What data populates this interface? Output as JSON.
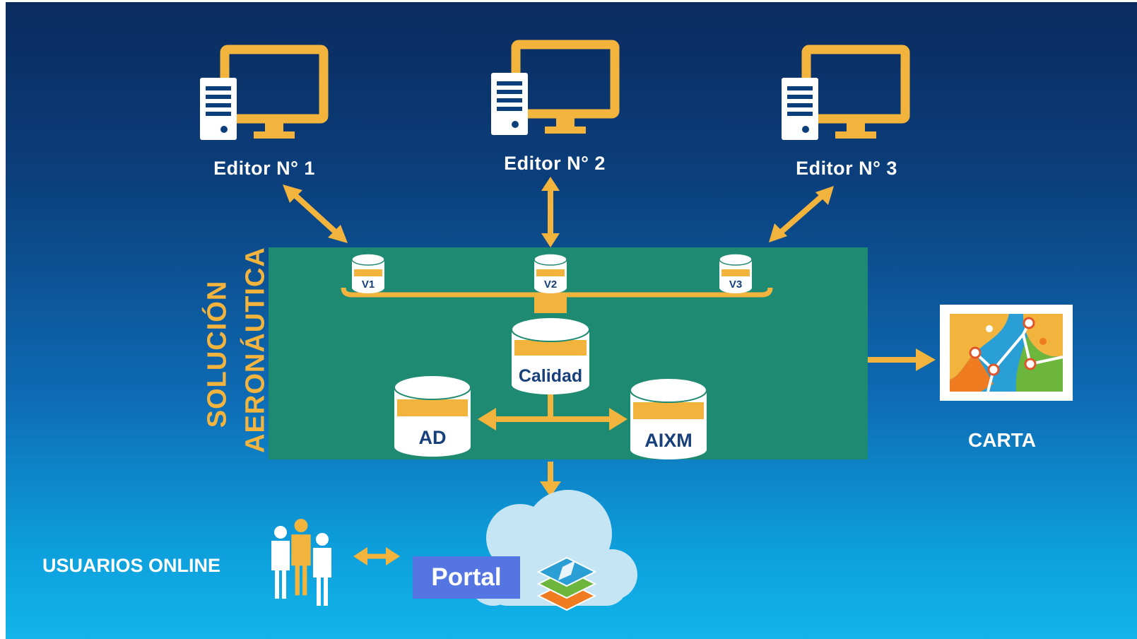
{
  "editors": [
    {
      "label": "Editor N°  1"
    },
    {
      "label": "Editor N°  2"
    },
    {
      "label": "Editor N°  3"
    }
  ],
  "solution": {
    "line1": "SOLUCIÓN",
    "line2": "AERONÁUTICA"
  },
  "versions": [
    "V1",
    "V2",
    "V3"
  ],
  "databases": {
    "quality": "Calidad",
    "ad": "AD",
    "aixm": "AIXM"
  },
  "carta_label": "CARTA",
  "users_label": "USUARIOS ONLINE",
  "portal_label": "Portal",
  "colors": {
    "accent": "#f3b43d",
    "panel": "#1f8a72",
    "background_top": "#0a2b5e",
    "background_bottom": "#12b4ea",
    "portal": "#5576e2"
  },
  "icons": [
    "computer-icon",
    "database-icon",
    "map-icon",
    "users-icon",
    "cloud-icon",
    "layers-icon"
  ]
}
